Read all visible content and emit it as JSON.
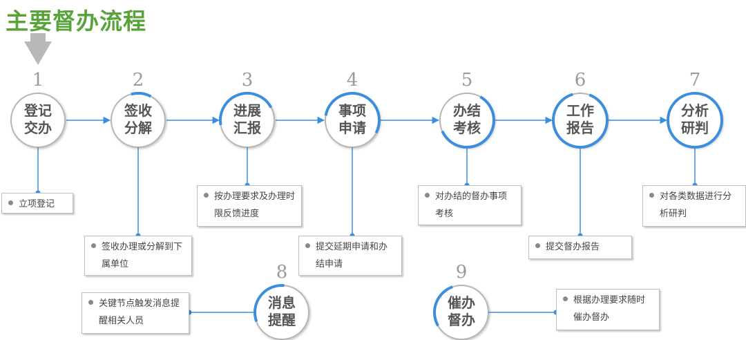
{
  "title": "主要督办流程",
  "colors": {
    "title": "#58a33a",
    "accent": "#3b8ede",
    "circle_gray": "#b5b5b5",
    "arrow": "#b8b8b8",
    "text": "#555555"
  },
  "steps": [
    {
      "num": "1",
      "label": "登记\n交办",
      "note": "立项登记",
      "progress": 0.0
    },
    {
      "num": "2",
      "label": "签收\n分解",
      "note": "签收办理或分解到下属单位",
      "progress": 0.12
    },
    {
      "num": "3",
      "label": "进展\n汇报",
      "note": "按办理要求及办理时限反馈进度",
      "progress": 0.45
    },
    {
      "num": "4",
      "label": "事项\n申请",
      "note": "提交延期申请和办结申请",
      "progress": 0.55
    },
    {
      "num": "5",
      "label": "办结\n考核",
      "note": "对办结的督办事项考核",
      "progress": 0.6
    },
    {
      "num": "6",
      "label": "工作\n报告",
      "note": "提交督办报告",
      "progress": 0.9
    },
    {
      "num": "7",
      "label": "分析\n研判",
      "note": "对各类数据进行分析研判",
      "progress": 1.0
    },
    {
      "num": "8",
      "label": "消息\n提醒",
      "note": "关键节点触发消息提醒相关人员",
      "progress": 0.32
    },
    {
      "num": "9",
      "label": "催办\n督办",
      "note": "根据办理要求随时催办督办",
      "progress": 0.28
    }
  ]
}
